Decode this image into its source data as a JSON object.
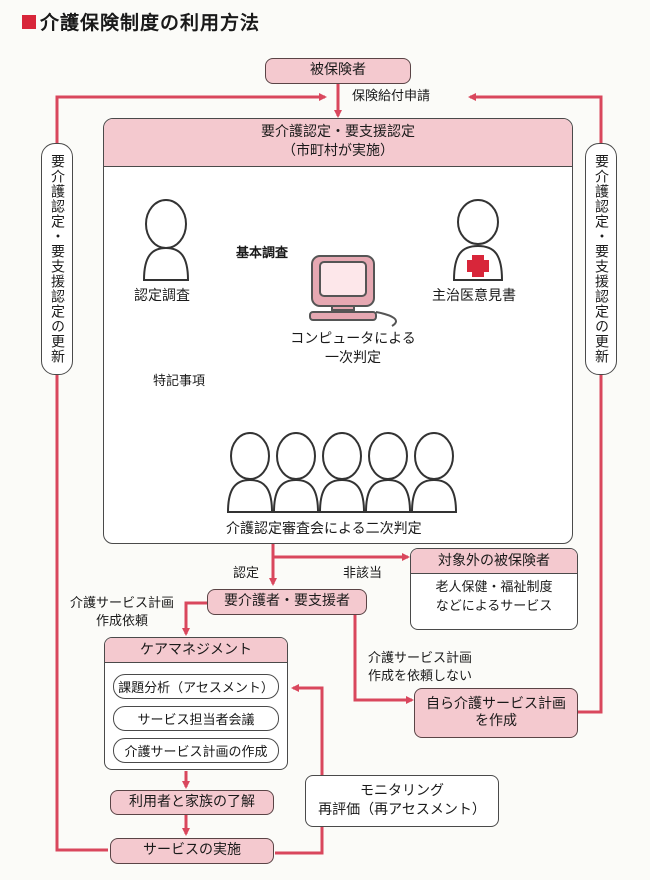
{
  "title": "介護保険制度の利用方法",
  "insured": "被保険者",
  "application": "保険給付申請",
  "certification_header": {
    "line1": "要介護認定・要支援認定",
    "line2": "（市町村が実施）"
  },
  "renewal_label": "要介護認定・要支援認定の更新",
  "survey": "認定調査",
  "basic_survey": "基本調査",
  "doctor_opinion": "主治医意見書",
  "computer": {
    "line1": "コンピュータによる",
    "line2": "一次判定"
  },
  "special_notes": "特記事項",
  "committee": "介護認定審査会による二次判定",
  "certified": "認定",
  "not_applicable": "非該当",
  "non_target": {
    "title": "対象外の被保険者",
    "line1": "老人保健・福祉制度",
    "line2": "などによるサービス"
  },
  "care_needed": "要介護者・要支援者",
  "plan_request": {
    "line1": "介護サービス計画",
    "line2": "作成依頼"
  },
  "no_plan_request": {
    "line1": "介護サービス計画",
    "line2": "作成を依頼しない"
  },
  "self_plan": {
    "line1": "自ら介護サービス計画",
    "line2": "を作成"
  },
  "care_management": {
    "title": "ケアマネジメント",
    "items": [
      "課題分析（アセスメント）",
      "サービス担当者会議",
      "介護サービス計画の作成"
    ]
  },
  "user_consent": "利用者と家族の了解",
  "service_impl": "サービスの実施",
  "monitoring": {
    "line1": "モニタリング",
    "line2": "再評価（再アセスメント）"
  },
  "colors": {
    "pink_fill": "#f4c9cf",
    "arrow_red": "#d9475d",
    "cross_red": "#d8263a"
  }
}
